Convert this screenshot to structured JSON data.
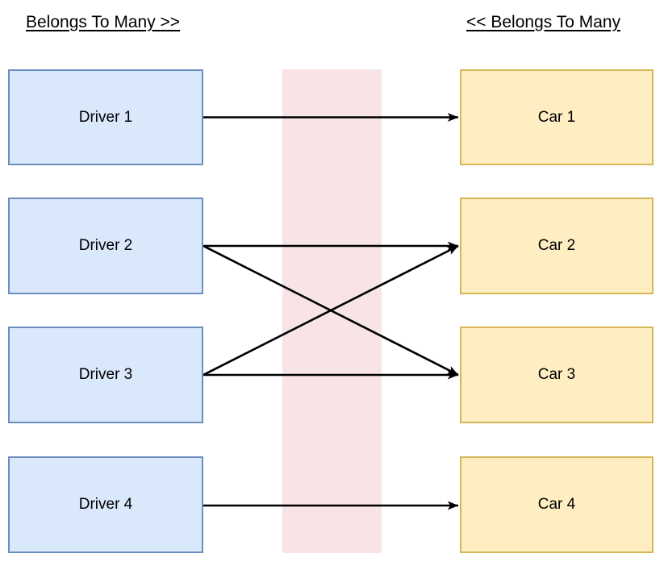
{
  "diagram": {
    "title_left": "Belongs To Many >>",
    "title_right": "<< Belongs To Many",
    "colors": {
      "driver_fill": "#dae8fc",
      "driver_border": "#6c8ebf",
      "car_fill": "#ffeec2",
      "car_border": "#d6b656",
      "join_band": "#f8e4e4",
      "edge": "#000000",
      "text": "#000000"
    },
    "left_nodes": [
      {
        "label": "Driver 1"
      },
      {
        "label": "Driver 2"
      },
      {
        "label": "Driver 3"
      },
      {
        "label": "Driver 4"
      }
    ],
    "right_nodes": [
      {
        "label": "Car 1"
      },
      {
        "label": "Car 2"
      },
      {
        "label": "Car 3"
      },
      {
        "label": "Car 4"
      }
    ],
    "edges": [
      {
        "from": "Driver 1",
        "to": "Car 1"
      },
      {
        "from": "Driver 2",
        "to": "Car 2"
      },
      {
        "from": "Driver 2",
        "to": "Car 3"
      },
      {
        "from": "Driver 3",
        "to": "Car 2"
      },
      {
        "from": "Driver 3",
        "to": "Car 3"
      },
      {
        "from": "Driver 4",
        "to": "Car 4"
      }
    ]
  }
}
